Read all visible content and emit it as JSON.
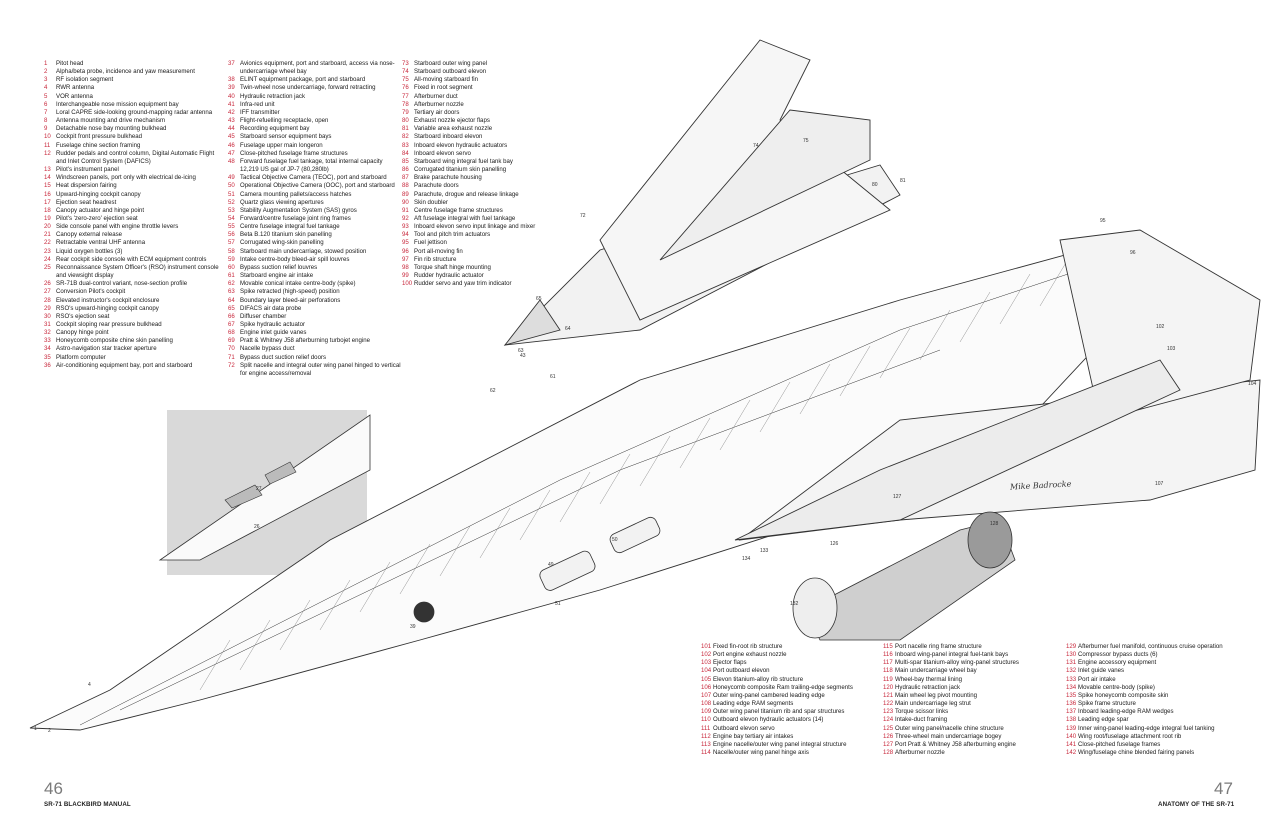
{
  "spread": {
    "left_page": {
      "number": "46",
      "running_title": "SR-71 BLACKBIRD MANUAL"
    },
    "right_page": {
      "number": "47",
      "running_title": "ANATOMY OF THE SR-71"
    },
    "artist_signature": "Mike Badrocke"
  },
  "legend": {
    "columns": [
      [
        {
          "n": "1",
          "t": "Pitot head"
        },
        {
          "n": "2",
          "t": "Alpha/beta probe, incidence and yaw measurement"
        },
        {
          "n": "3",
          "t": "RF isolation segment"
        },
        {
          "n": "4",
          "t": "RWR antenna"
        },
        {
          "n": "5",
          "t": "VOR antenna"
        },
        {
          "n": "6",
          "t": "Interchangeable nose mission equipment bay"
        },
        {
          "n": "7",
          "t": "Loral CAPRE side-looking ground-mapping radar antenna"
        },
        {
          "n": "8",
          "t": "Antenna mounting and drive mechanism"
        },
        {
          "n": "9",
          "t": "Detachable nose bay mounting bulkhead"
        },
        {
          "n": "10",
          "t": "Cockpit front pressure bulkhead"
        },
        {
          "n": "11",
          "t": "Fuselage chine section framing"
        },
        {
          "n": "12",
          "t": "Rudder pedals and control column, Digital Automatic Flight and Inlet Control System (DAFICS)"
        },
        {
          "n": "13",
          "t": "Pilot's instrument panel"
        },
        {
          "n": "14",
          "t": "Windscreen panels, port only with electrical de-icing"
        },
        {
          "n": "15",
          "t": "Heat dispersion fairing"
        },
        {
          "n": "16",
          "t": "Upward-hinging cockpit canopy"
        },
        {
          "n": "17",
          "t": "Ejection seat headrest"
        },
        {
          "n": "18",
          "t": "Canopy actuator and hinge point"
        },
        {
          "n": "19",
          "t": "Pilot's 'zero-zero' ejection seat"
        },
        {
          "n": "20",
          "t": "Side console panel with engine throttle levers"
        },
        {
          "n": "21",
          "t": "Canopy external release"
        },
        {
          "n": "22",
          "t": "Retractable ventral UHF antenna"
        },
        {
          "n": "23",
          "t": "Liquid oxygen bottles (3)"
        },
        {
          "n": "24",
          "t": "Rear cockpit side console with ECM equipment controls"
        },
        {
          "n": "25",
          "t": "Reconnaissance System Officer's (RSO) instrument console and viewsight display"
        },
        {
          "n": "26",
          "t": "SR-71B dual-control variant, nose-section profile"
        },
        {
          "n": "27",
          "t": "Conversion Pilot's cockpit"
        },
        {
          "n": "28",
          "t": "Elevated instructor's cockpit enclosure"
        },
        {
          "n": "29",
          "t": "RSO's upward-hinging cockpit canopy"
        },
        {
          "n": "30",
          "t": "RSO's ejection seat"
        },
        {
          "n": "31",
          "t": "Cockpit sloping rear pressure bulkhead"
        },
        {
          "n": "32",
          "t": "Canopy hinge point"
        },
        {
          "n": "33",
          "t": "Honeycomb composite chine skin panelling"
        },
        {
          "n": "34",
          "t": "Astro-navigation star tracker aperture"
        },
        {
          "n": "35",
          "t": "Platform computer"
        },
        {
          "n": "36",
          "t": "Air-conditioning equipment bay, port and starboard"
        }
      ],
      [
        {
          "n": "37",
          "t": "Avionics equipment, port and starboard, access via nose-undercarriage wheel bay"
        },
        {
          "n": "38",
          "t": "ELINT equipment package, port and starboard"
        },
        {
          "n": "39",
          "t": "Twin-wheel nose undercarriage, forward retracting"
        },
        {
          "n": "40",
          "t": "Hydraulic retraction jack"
        },
        {
          "n": "41",
          "t": "Infra-red unit"
        },
        {
          "n": "42",
          "t": "IFF transmitter"
        },
        {
          "n": "43",
          "t": "Flight-refuelling receptacle, open"
        },
        {
          "n": "44",
          "t": "Recording equipment bay"
        },
        {
          "n": "45",
          "t": "Starboard sensor equipment bays"
        },
        {
          "n": "46",
          "t": "Fuselage upper main longeron"
        },
        {
          "n": "47",
          "t": "Close-pitched fuselage frame structures"
        },
        {
          "n": "48",
          "t": "Forward fuselage fuel tankage, total internal capacity 12,219 US gal of JP-7 (80,280lb)"
        },
        {
          "n": "49",
          "t": "Tactical Objective Camera (TEOC), port and starboard"
        },
        {
          "n": "50",
          "t": "Operational Objective Camera (OOC), port and starboard"
        },
        {
          "n": "51",
          "t": "Camera mounting pallets/access hatches"
        },
        {
          "n": "52",
          "t": "Quartz glass viewing apertures"
        },
        {
          "n": "53",
          "t": "Stability Augmentation System (SAS) gyros"
        },
        {
          "n": "54",
          "t": "Forward/centre fuselage joint ring frames"
        },
        {
          "n": "55",
          "t": "Centre fuselage integral fuel tankage"
        },
        {
          "n": "56",
          "t": "Beta B.120 titanium skin panelling"
        },
        {
          "n": "57",
          "t": "Corrugated wing-skin panelling"
        },
        {
          "n": "58",
          "t": "Starboard main undercarriage, stowed position"
        },
        {
          "n": "59",
          "t": "Intake centre-body bleed-air spill louvres"
        },
        {
          "n": "60",
          "t": "Bypass suction relief louvres"
        },
        {
          "n": "61",
          "t": "Starboard engine air intake"
        },
        {
          "n": "62",
          "t": "Movable conical intake centre-body (spike)"
        },
        {
          "n": "63",
          "t": "Spike retracted (high-speed) position"
        },
        {
          "n": "64",
          "t": "Boundary layer bleed-air perforations"
        },
        {
          "n": "65",
          "t": "DIFACS air data probe"
        },
        {
          "n": "66",
          "t": "Diffuser chamber"
        },
        {
          "n": "67",
          "t": "Spike hydraulic actuator"
        },
        {
          "n": "68",
          "t": "Engine inlet guide vanes"
        },
        {
          "n": "69",
          "t": "Pratt & Whitney J58 afterburning turbojet engine"
        },
        {
          "n": "70",
          "t": "Nacelle bypass duct"
        },
        {
          "n": "71",
          "t": "Bypass duct suction relief doors"
        },
        {
          "n": "72",
          "t": "Split nacelle and integral outer wing panel hinged to vertical for engine access/removal"
        }
      ],
      [
        {
          "n": "73",
          "t": "Starboard outer wing panel"
        },
        {
          "n": "74",
          "t": "Starboard outboard elevon"
        },
        {
          "n": "75",
          "t": "All-moving starboard fin"
        },
        {
          "n": "76",
          "t": "Fixed in root segment"
        },
        {
          "n": "77",
          "t": "Afterburner duct"
        },
        {
          "n": "78",
          "t": "Afterburner nozzle"
        },
        {
          "n": "79",
          "t": "Tertiary air doors"
        },
        {
          "n": "80",
          "t": "Exhaust nozzle ejector flaps"
        },
        {
          "n": "81",
          "t": "Variable area exhaust nozzle"
        },
        {
          "n": "82",
          "t": "Starboard inboard elevon"
        },
        {
          "n": "83",
          "t": "Inboard elevon hydraulic actuators"
        },
        {
          "n": "84",
          "t": "Inboard elevon servo"
        },
        {
          "n": "85",
          "t": "Starboard wing integral fuel tank bay"
        },
        {
          "n": "86",
          "t": "Corrugated titanium skin panelling"
        },
        {
          "n": "87",
          "t": "Brake parachute housing"
        },
        {
          "n": "88",
          "t": "Parachute doors"
        },
        {
          "n": "89",
          "t": "Parachute, drogue and release linkage"
        },
        {
          "n": "90",
          "t": "Skin doubler"
        },
        {
          "n": "91",
          "t": "Centre fuselage frame structures"
        },
        {
          "n": "92",
          "t": "Aft fuselage integral with fuel tankage"
        },
        {
          "n": "93",
          "t": "Inboard elevon servo input linkage and mixer"
        },
        {
          "n": "94",
          "t": "Tool and pitch trim actuators"
        },
        {
          "n": "95",
          "t": "Fuel jettison"
        },
        {
          "n": "96",
          "t": "Port all-moving fin"
        },
        {
          "n": "97",
          "t": "Fin rib structure"
        },
        {
          "n": "98",
          "t": "Torque shaft hinge mounting"
        },
        {
          "n": "99",
          "t": "Rudder hydraulic actuator"
        },
        {
          "n": "100",
          "t": "Rudder servo and yaw trim indicator"
        }
      ],
      [
        {
          "n": "101",
          "t": "Fixed fin-root rib structure"
        },
        {
          "n": "102",
          "t": "Port engine exhaust nozzle"
        },
        {
          "n": "103",
          "t": "Ejector flaps"
        },
        {
          "n": "104",
          "t": "Port outboard elevon"
        },
        {
          "n": "105",
          "t": "Elevon titanium-alloy rib structure"
        },
        {
          "n": "106",
          "t": "Honeycomb composite Ram trailing-edge segments"
        },
        {
          "n": "107",
          "t": "Outer wing-panel cambered leading edge"
        },
        {
          "n": "108",
          "t": "Leading edge RAM segments"
        },
        {
          "n": "109",
          "t": "Outer wing panel titanium rib and spar structures"
        },
        {
          "n": "110",
          "t": "Outboard elevon hydraulic actuators (14)"
        },
        {
          "n": "111",
          "t": "Outboard elevon servo"
        },
        {
          "n": "112",
          "t": "Engine bay tertiary air intakes"
        },
        {
          "n": "113",
          "t": "Engine nacelle/outer wing panel integral structure"
        },
        {
          "n": "114",
          "t": "Nacelle/outer wing panel hinge axis"
        }
      ],
      [
        {
          "n": "115",
          "t": "Port nacelle ring frame structure"
        },
        {
          "n": "116",
          "t": "Inboard wing-panel integral fuel-tank bays"
        },
        {
          "n": "117",
          "t": "Multi-spar titanium-alloy wing-panel structures"
        },
        {
          "n": "118",
          "t": "Main undercarriage wheel bay"
        },
        {
          "n": "119",
          "t": "Wheel-bay thermal lining"
        },
        {
          "n": "120",
          "t": "Hydraulic retraction jack"
        },
        {
          "n": "121",
          "t": "Main wheel leg pivot mounting"
        },
        {
          "n": "122",
          "t": "Main undercarriage leg strut"
        },
        {
          "n": "123",
          "t": "Torque scissor links"
        },
        {
          "n": "124",
          "t": "Intake-duct framing"
        },
        {
          "n": "125",
          "t": "Outer wing panel/nacelle chine structure"
        },
        {
          "n": "126",
          "t": "Three-wheel main undercarriage bogey"
        },
        {
          "n": "127",
          "t": "Port Pratt & Whitney J58 afterburning engine"
        },
        {
          "n": "128",
          "t": "Afterburner nozzle"
        }
      ],
      [
        {
          "n": "129",
          "t": "Afterburner fuel manifold, continuous cruise operation"
        },
        {
          "n": "130",
          "t": "Compressor bypass ducts (6)"
        },
        {
          "n": "131",
          "t": "Engine accessory equipment"
        },
        {
          "n": "132",
          "t": "Inlet guide vanes"
        },
        {
          "n": "133",
          "t": "Port air intake"
        },
        {
          "n": "134",
          "t": "Movable centre-body (spike)"
        },
        {
          "n": "135",
          "t": "Spike honeycomb composite skin"
        },
        {
          "n": "136",
          "t": "Spike frame structure"
        },
        {
          "n": "137",
          "t": "Inboard leading-edge RAM wedges"
        },
        {
          "n": "138",
          "t": "Leading edge spar"
        },
        {
          "n": "139",
          "t": "Inner wing-panel leading-edge integral fuel tanking"
        },
        {
          "n": "140",
          "t": "Wing root/fuselage attachment root rib"
        },
        {
          "n": "141",
          "t": "Close-pitched fuselage frames"
        },
        {
          "n": "142",
          "t": "Wing/fuselage chine blended fairing panels"
        }
      ]
    ]
  },
  "callouts": [
    "1",
    "2",
    "4",
    "26",
    "27",
    "39",
    "43",
    "49",
    "50",
    "51",
    "61",
    "62",
    "63",
    "64",
    "65",
    "72",
    "74",
    "75",
    "80",
    "81",
    "95",
    "96",
    "102",
    "103",
    "104",
    "107",
    "126",
    "127",
    "128",
    "132",
    "133",
    "134"
  ],
  "colors": {
    "legend_number": "#c8283c",
    "text": "#1a1a1a",
    "page_number": "#7a7a7a"
  }
}
